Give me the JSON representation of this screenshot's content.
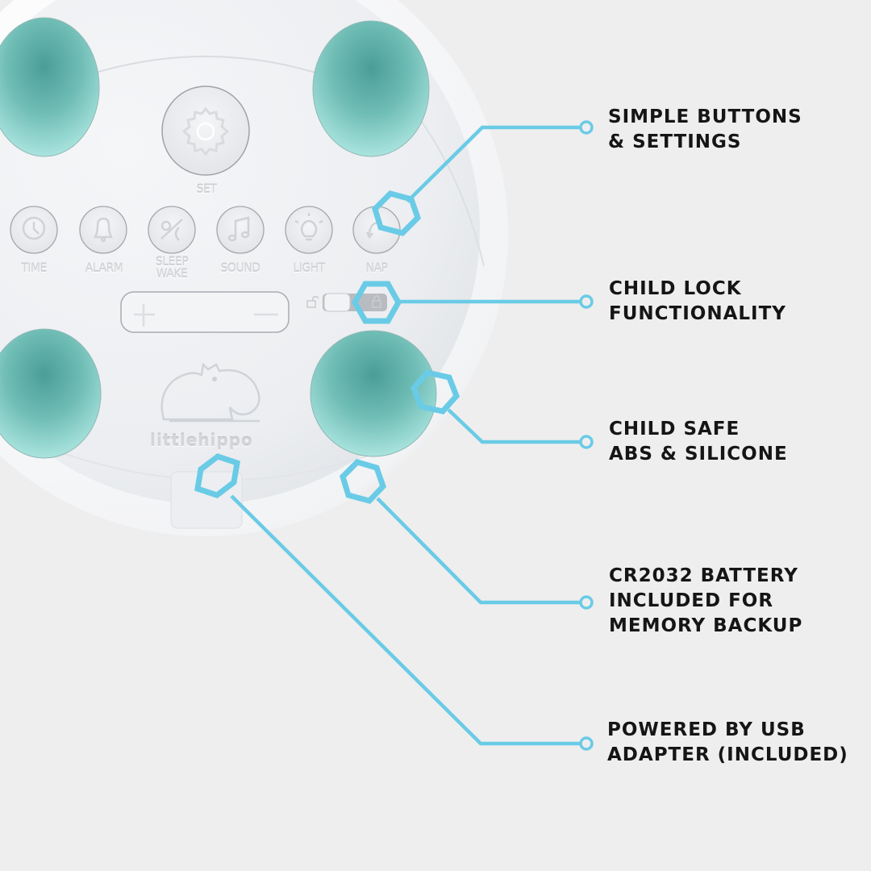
{
  "product": {
    "brand": "littlehippo",
    "set_button_label": "SET",
    "mode_buttons": [
      {
        "label": "TIME",
        "icon": "clock-icon"
      },
      {
        "label": "ALARM",
        "icon": "bell-icon"
      },
      {
        "label": "SLEEP\nWAKE",
        "line1": "SLEEP",
        "line2": "WAKE",
        "icon": "sun-moon-icon"
      },
      {
        "label": "SOUND",
        "icon": "music-note-icon"
      },
      {
        "label": "LIGHT",
        "icon": "light-bulb-icon"
      },
      {
        "label": "NAP",
        "icon": "nap-arrow-icon"
      }
    ],
    "adjust_rocker": {
      "plus": "+",
      "minus": "−"
    },
    "lock_switch": {
      "unlocked_icon": "unlock-icon",
      "locked_icon": "lock-icon"
    },
    "colors": {
      "body": "#f3f4f6",
      "feet": "#7fd3cc",
      "accent": "#6acbe6",
      "background": "#eeeeee",
      "text": "#151515"
    }
  },
  "callouts": [
    {
      "id": "simple-buttons",
      "lines": [
        "SIMPLE BUTTONS",
        "& SETTINGS"
      ]
    },
    {
      "id": "child-lock",
      "lines": [
        "CHILD LOCK",
        "FUNCTIONALITY"
      ]
    },
    {
      "id": "child-safe",
      "lines": [
        "CHILD SAFE",
        "ABS & SILICONE"
      ]
    },
    {
      "id": "battery",
      "lines": [
        "CR2032 BATTERY",
        "INCLUDED FOR",
        "MEMORY BACKUP"
      ]
    },
    {
      "id": "usb-power",
      "lines": [
        "POWERED BY USB",
        "ADAPTER (INCLUDED)"
      ]
    }
  ]
}
